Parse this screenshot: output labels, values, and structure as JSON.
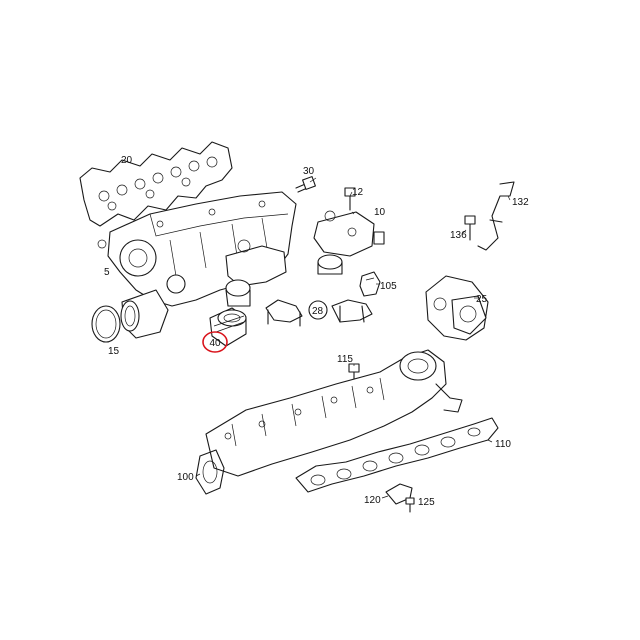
{
  "colors": {
    "line": "#1a1a1a",
    "text": "#111111",
    "highlight": "#d9141c",
    "background": "#ffffff"
  },
  "callouts": {
    "c20": "20",
    "c30": "30",
    "c12": "12",
    "c10": "10",
    "c132": "132",
    "c136": "136",
    "c5": "5",
    "c105": "105",
    "c25": "25",
    "c15": "15",
    "c28": "28",
    "c40": "40",
    "c115": "115",
    "c110": "110",
    "c100": "100",
    "c120": "120",
    "c125": "125"
  },
  "highlighted_callout": "40"
}
